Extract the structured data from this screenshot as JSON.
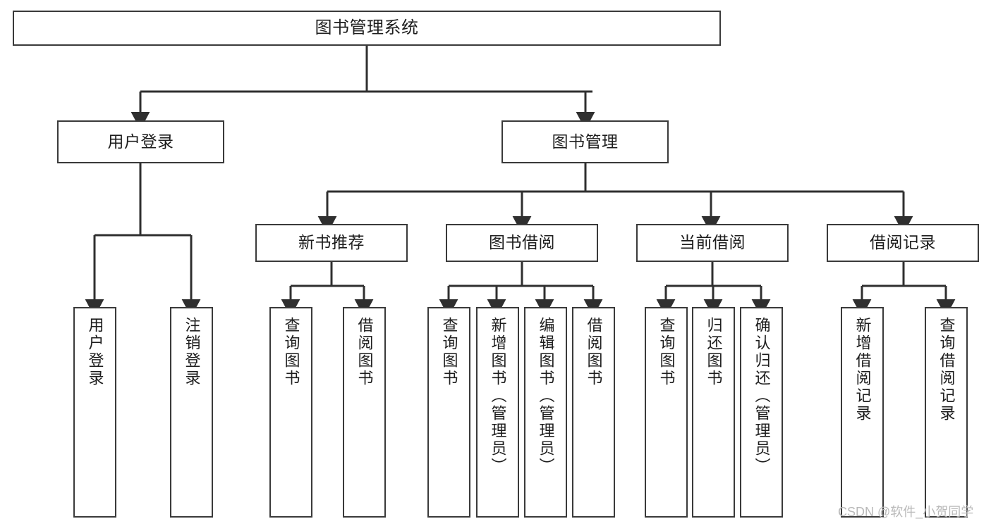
{
  "diagram": {
    "title": "图书管理系统",
    "watermark": "CSDN @软件_小贺同学",
    "colors": {
      "border": "#3a3a3a",
      "edge": "#2f2f2f",
      "background": "#ffffff",
      "text": "#1d1d1d",
      "watermark": "#b9b9b9"
    },
    "root": {
      "label": "图书管理系统"
    },
    "level2": [
      {
        "label": "用户登录"
      },
      {
        "label": "图书管理"
      }
    ],
    "level3": [
      {
        "label": "新书推荐"
      },
      {
        "label": "图书借阅"
      },
      {
        "label": "当前借阅"
      },
      {
        "label": "借阅记录"
      }
    ],
    "leaves": {
      "user_login": [
        {
          "label": "用户登录"
        },
        {
          "label": "注销登录"
        }
      ],
      "new_book": [
        {
          "label": "查询图书"
        },
        {
          "label": "借阅图书"
        }
      ],
      "book_borrow": [
        {
          "label": "查询图书"
        },
        {
          "label": "新增图书（管理员）"
        },
        {
          "label": "编辑图书（管理员）"
        },
        {
          "label": "借阅图书"
        }
      ],
      "current_borrow": [
        {
          "label": "查询图书"
        },
        {
          "label": "归还图书"
        },
        {
          "label": "确认归还（管理员）"
        }
      ],
      "borrow_record": [
        {
          "label": "新增借阅记录"
        },
        {
          "label": "查询借阅记录"
        }
      ]
    }
  }
}
